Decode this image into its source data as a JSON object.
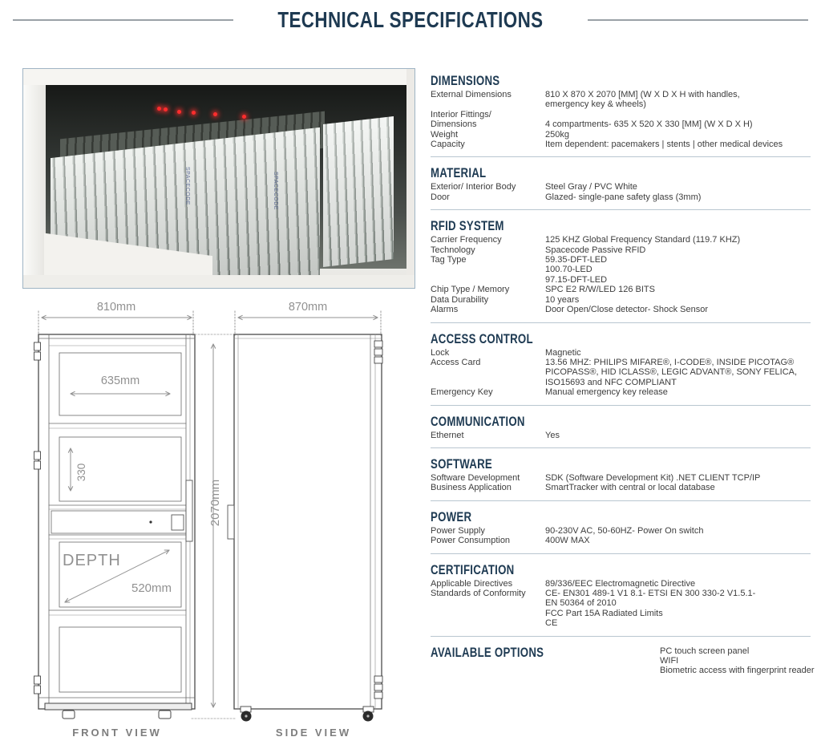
{
  "page": {
    "title": "TECHNICAL SPECIFICATIONS"
  },
  "theme": {
    "accent": "#1e3a52",
    "divider": "#b9c6d0",
    "led_color": "#ff2d2d"
  },
  "photo": {
    "spine_label": "SPACECODE"
  },
  "drawings": {
    "front": {
      "width": "810mm",
      "inner_width": "635mm",
      "inner_height": "330",
      "depth_label": "DEPTH",
      "depth": "520mm",
      "height": "2070mm",
      "caption": "FRONT VIEW"
    },
    "side": {
      "width": "870mm",
      "caption": "SIDE VIEW"
    }
  },
  "specs": {
    "sections": [
      {
        "title": "DIMENSIONS",
        "rows": [
          {
            "l": "External Dimensions",
            "v": "810 X 870 X 2070 [MM] (W X D X H with handles,"
          },
          {
            "l": "",
            "v": "emergency key & wheels)"
          },
          {
            "l": "Interior Fittings/",
            "v": ""
          },
          {
            "l": "Dimensions",
            "v": "4 compartments- 635 X 520 X 330 [MM] (W X D X H)"
          },
          {
            "l": "Weight",
            "v": "250kg"
          },
          {
            "l": "Capacity",
            "v": "Item dependent: pacemakers | stents | other medical devices"
          }
        ]
      },
      {
        "title": "MATERIAL",
        "rows": [
          {
            "l": "Exterior/ Interior Body",
            "v": "Steel Gray / PVC White"
          },
          {
            "l": "Door",
            "v": "Glazed- single-pane safety glass (3mm)"
          }
        ]
      },
      {
        "title": "RFID SYSTEM",
        "rows": [
          {
            "l": "Carrier Frequency",
            "v": "125 KHZ Global Frequency Standard (119.7 KHZ)"
          },
          {
            "l": "Technology",
            "v": "Spacecode Passive RFID"
          },
          {
            "l": "Tag Type",
            "v": "59.35-DFT-LED"
          },
          {
            "l": "",
            "v": "100.70-LED"
          },
          {
            "l": "",
            "v": "97.15-DFT-LED"
          },
          {
            "l": "Chip Type / Memory",
            "v": "SPC E2 R/W/LED 126 BITS"
          },
          {
            "l": "Data Durability",
            "v": "10 years"
          },
          {
            "l": "Alarms",
            "v": "Door Open/Close detector- Shock Sensor"
          }
        ]
      },
      {
        "title": "ACCESS CONTROL",
        "rows": [
          {
            "l": "Lock",
            "v": "Magnetic"
          },
          {
            "l": "Access Card",
            "v": "13.56 MHZ: PHILIPS MIFARE®, I-CODE®, INSIDE PICOTAG®"
          },
          {
            "l": "",
            "v": "PICOPASS®, HID ICLASS®, LEGIC ADVANT®, SONY FELICA,"
          },
          {
            "l": "",
            "v": "ISO15693 and NFC COMPLIANT"
          },
          {
            "l": "Emergency Key",
            "v": "Manual emergency key release"
          }
        ]
      },
      {
        "title": "COMMUNICATION",
        "rows": [
          {
            "l": "Ethernet",
            "v": "Yes"
          }
        ]
      },
      {
        "title": "SOFTWARE",
        "rows": [
          {
            "l": "Software Development",
            "v": "SDK (Software Development Kit) .NET CLIENT TCP/IP"
          },
          {
            "l": "Business Application",
            "v": "SmartTracker with central or local database"
          }
        ]
      },
      {
        "title": "POWER",
        "rows": [
          {
            "l": "Power Supply",
            "v": "90-230V AC, 50-60HZ- Power On switch"
          },
          {
            "l": "Power Consumption",
            "v": "400W MAX"
          }
        ]
      },
      {
        "title": "CERTIFICATION",
        "rows": [
          {
            "l": "Applicable Directives",
            "v": "89/336/EEC Electromagnetic Directive"
          },
          {
            "l": "Standards of Conformity",
            "v": "CE- EN301 489-1 V1 8.1- ETSI EN 300 330-2 V1.5.1-"
          },
          {
            "l": "",
            "v": "EN 50364 of 2010"
          },
          {
            "l": "",
            "v": "FCC Part 15A Radiated Limits"
          },
          {
            "l": "",
            "v": "CE"
          }
        ]
      },
      {
        "title": "AVAILABLE OPTIONS",
        "inline": true,
        "rows": [
          {
            "l": "",
            "v": "PC touch screen panel"
          },
          {
            "l": "",
            "v": "WIFI"
          },
          {
            "l": "",
            "v": "Biometric access with fingerprint reader"
          }
        ]
      }
    ]
  }
}
